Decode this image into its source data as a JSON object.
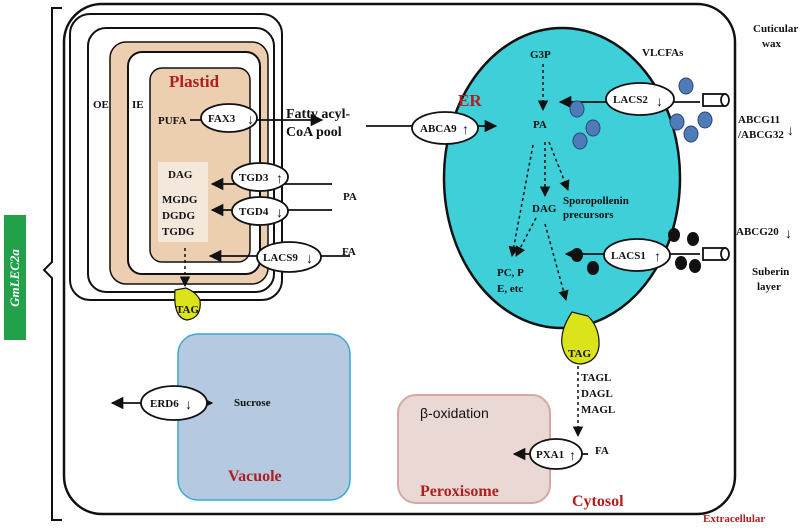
{
  "gene": "GmLEC2a",
  "compartments": {
    "plastid": "Plastid",
    "outer_envelope": "OE",
    "inner_envelope": "IE",
    "er": "ER",
    "vacuole": "Vacuole",
    "peroxisome": "Peroxisome",
    "cytosol": "Cytosol",
    "extracellular": "Extracellular"
  },
  "metabolites": {
    "pufa": "PUFA",
    "dag_plastid": "DAG",
    "mgdg": "MGDG",
    "dgdg": "DGDG",
    "tgdg": "TGDG",
    "tag_plastid": "TAG",
    "fatty_acyl_line1": "Fatty acyl-",
    "fatty_acyl_line2": "CoA pool",
    "pa_cytosol": "PA",
    "fa_cytosol": "FA",
    "g3p": "G3P",
    "pa_er": "PA",
    "dag_er": "DAG",
    "pc_line1": "PC, P",
    "pc_line2": "E, etc",
    "sporopollenin_line1": "Sporopollenin",
    "sporopollenin_line2": "precursors",
    "vlcfas": "VLCFAs",
    "cuticular_line1": "Cuticular",
    "cuticular_line2": "wax",
    "suberin_line1": "Suberin",
    "suberin_line2": "layer",
    "tag_er": "TAG",
    "lipases": [
      "TAGL",
      "DAGL",
      "MAGL"
    ],
    "fa_perox": "FA",
    "sucrose": "Sucrose",
    "beta_oxidation": "β-oxidation"
  },
  "genes": [
    {
      "id": "fax3",
      "label": "FAX3",
      "regulation": "down"
    },
    {
      "id": "tgd3",
      "label": "TGD3",
      "regulation": "up"
    },
    {
      "id": "tgd4",
      "label": "TGD4",
      "regulation": "down"
    },
    {
      "id": "lacs9",
      "label": "LACS9",
      "regulation": "down"
    },
    {
      "id": "abca9",
      "label": "ABCA9",
      "regulation": "up"
    },
    {
      "id": "lacs2",
      "label": "LACS2",
      "regulation": "down"
    },
    {
      "id": "lacs1",
      "label": "LACS1",
      "regulation": "up"
    },
    {
      "id": "erd6",
      "label": "ERD6",
      "regulation": "down"
    },
    {
      "id": "pxa1",
      "label": "PXA1",
      "regulation": "up"
    },
    {
      "id": "abcg11_32",
      "label_line1": "ABCG11",
      "label_line2": "/ABCG32",
      "regulation": "down"
    },
    {
      "id": "abcg20",
      "label": "ABCG20",
      "regulation": "down"
    }
  ],
  "colors": {
    "plastid_fill": "#eccfb0",
    "plastid_inner": "#f3e8da",
    "er_fill": "#3ecfd8",
    "vacuole_fill": "#b5c9e0",
    "vacuole_stroke": "#3aa8d8",
    "peroxisome_fill": "#ead8d5",
    "peroxisome_stroke": "#d6a8a4",
    "tag_fill": "#dbe31a",
    "vlcfa_dot": "#4f7bb8",
    "gene_tag_bg": "#22a04a",
    "red_text": "#b01e1e"
  }
}
